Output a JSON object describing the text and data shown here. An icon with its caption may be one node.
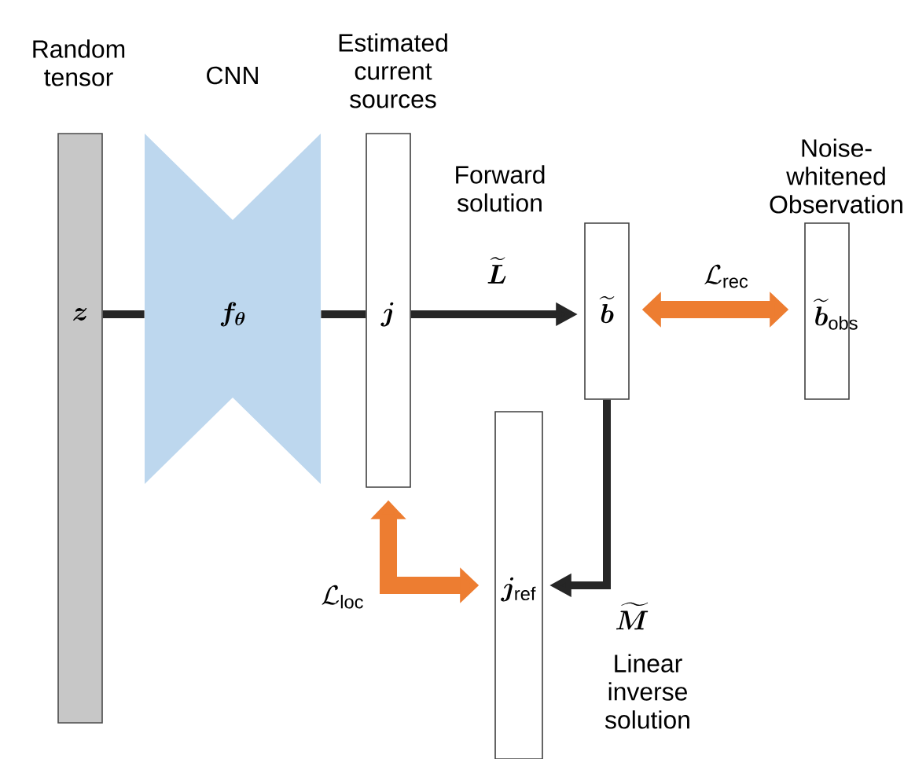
{
  "diagram": {
    "nodes": [
      {
        "text": [
          "Random tensor",
          "\\boldsymbol{z}"
        ]
      },
      {
        "text": [
          "CNN",
          "\\boldsymbol{f_{\\theta}}"
        ]
      },
      {
        "text": [
          "Estimated current sources",
          "\\boldsymbol{j}"
        ]
      },
      {
        "text": [
          "\\widetilde{\\boldsymbol{b}}"
        ]
      },
      {
        "text": [
          "Noise-whitened Observation",
          "\\widetilde{\\boldsymbol{b}}_{\\mathrm{obs}}"
        ]
      },
      {
        "text": [
          "\\boldsymbol{j}_{\\mathrm{ref}}"
        ]
      }
    ],
    "edges": [
      {
        "from": 0,
        "to": 1,
        "arrow": "none"
      },
      {
        "from": 1,
        "to": 2,
        "arrow": "none"
      },
      {
        "from": 2,
        "to": 3,
        "arrow": "to",
        "label": "\\widetilde{\\boldsymbol{L}}"
      },
      {
        "from": 3,
        "to": 4,
        "arrow": "both",
        "label": "\\mathcal{L}_{\\mathrm{rec}}",
        "style": "thick",
        "color": "#ed7d31"
      },
      {
        "from": 3,
        "to": 5,
        "arrow": "to",
        "label": "\\widetilde{\\boldsymbol{M}}"
      },
      {
        "from": 2,
        "to": 5,
        "arrow": "both",
        "label": "\\mathcal{L}_{\\mathrm{loc}}",
        "style": "thick",
        "color": "#ed7d31"
      }
    ],
    "labels": [
      "Forward solution",
      "Linear inverse solution"
    ]
  }
}
